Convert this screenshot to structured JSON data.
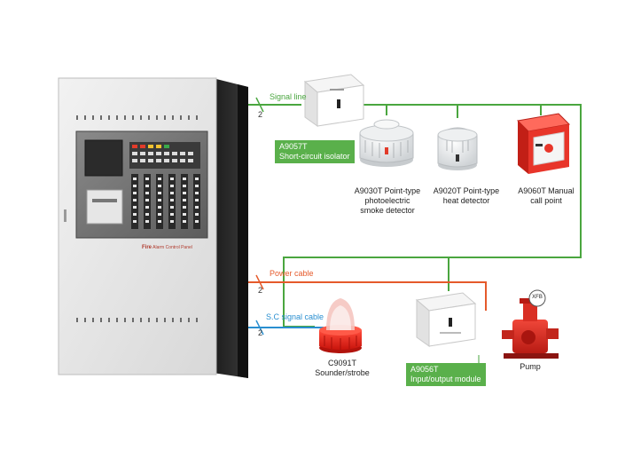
{
  "panel": {
    "brand_text": "Fire",
    "subtitle_text": "Alarm Control Panel"
  },
  "lines": {
    "signal": {
      "label": "Signal line",
      "count": "2",
      "color": "#4aa63f"
    },
    "power": {
      "label": "Power cable",
      "count": "2",
      "color": "#e55a2b"
    },
    "sc_signal": {
      "label": "S.C signal cable",
      "count": "2",
      "color": "#2a8fd0"
    }
  },
  "devices": {
    "isolator": {
      "code": "A9057T",
      "name": "Short-circuit isolator"
    },
    "smoke": {
      "line1": "A9030T Point-type",
      "line2": "photoelectric",
      "line3": "smoke detector"
    },
    "heat": {
      "line1": "A9020T Point-type",
      "line2": "heat detector"
    },
    "manual": {
      "line1": "A9060T Manual",
      "line2": "call point"
    },
    "sounder": {
      "line1": "C9091T",
      "line2": "Sounder/strobe"
    },
    "io_module": {
      "code": "A9056T",
      "name": "Input/output module"
    },
    "pump": {
      "label": "Pump",
      "badge": "XFB"
    }
  },
  "colors": {
    "green": "#5ab04b",
    "orange": "#e55a2b",
    "blue": "#2a8fd0"
  }
}
